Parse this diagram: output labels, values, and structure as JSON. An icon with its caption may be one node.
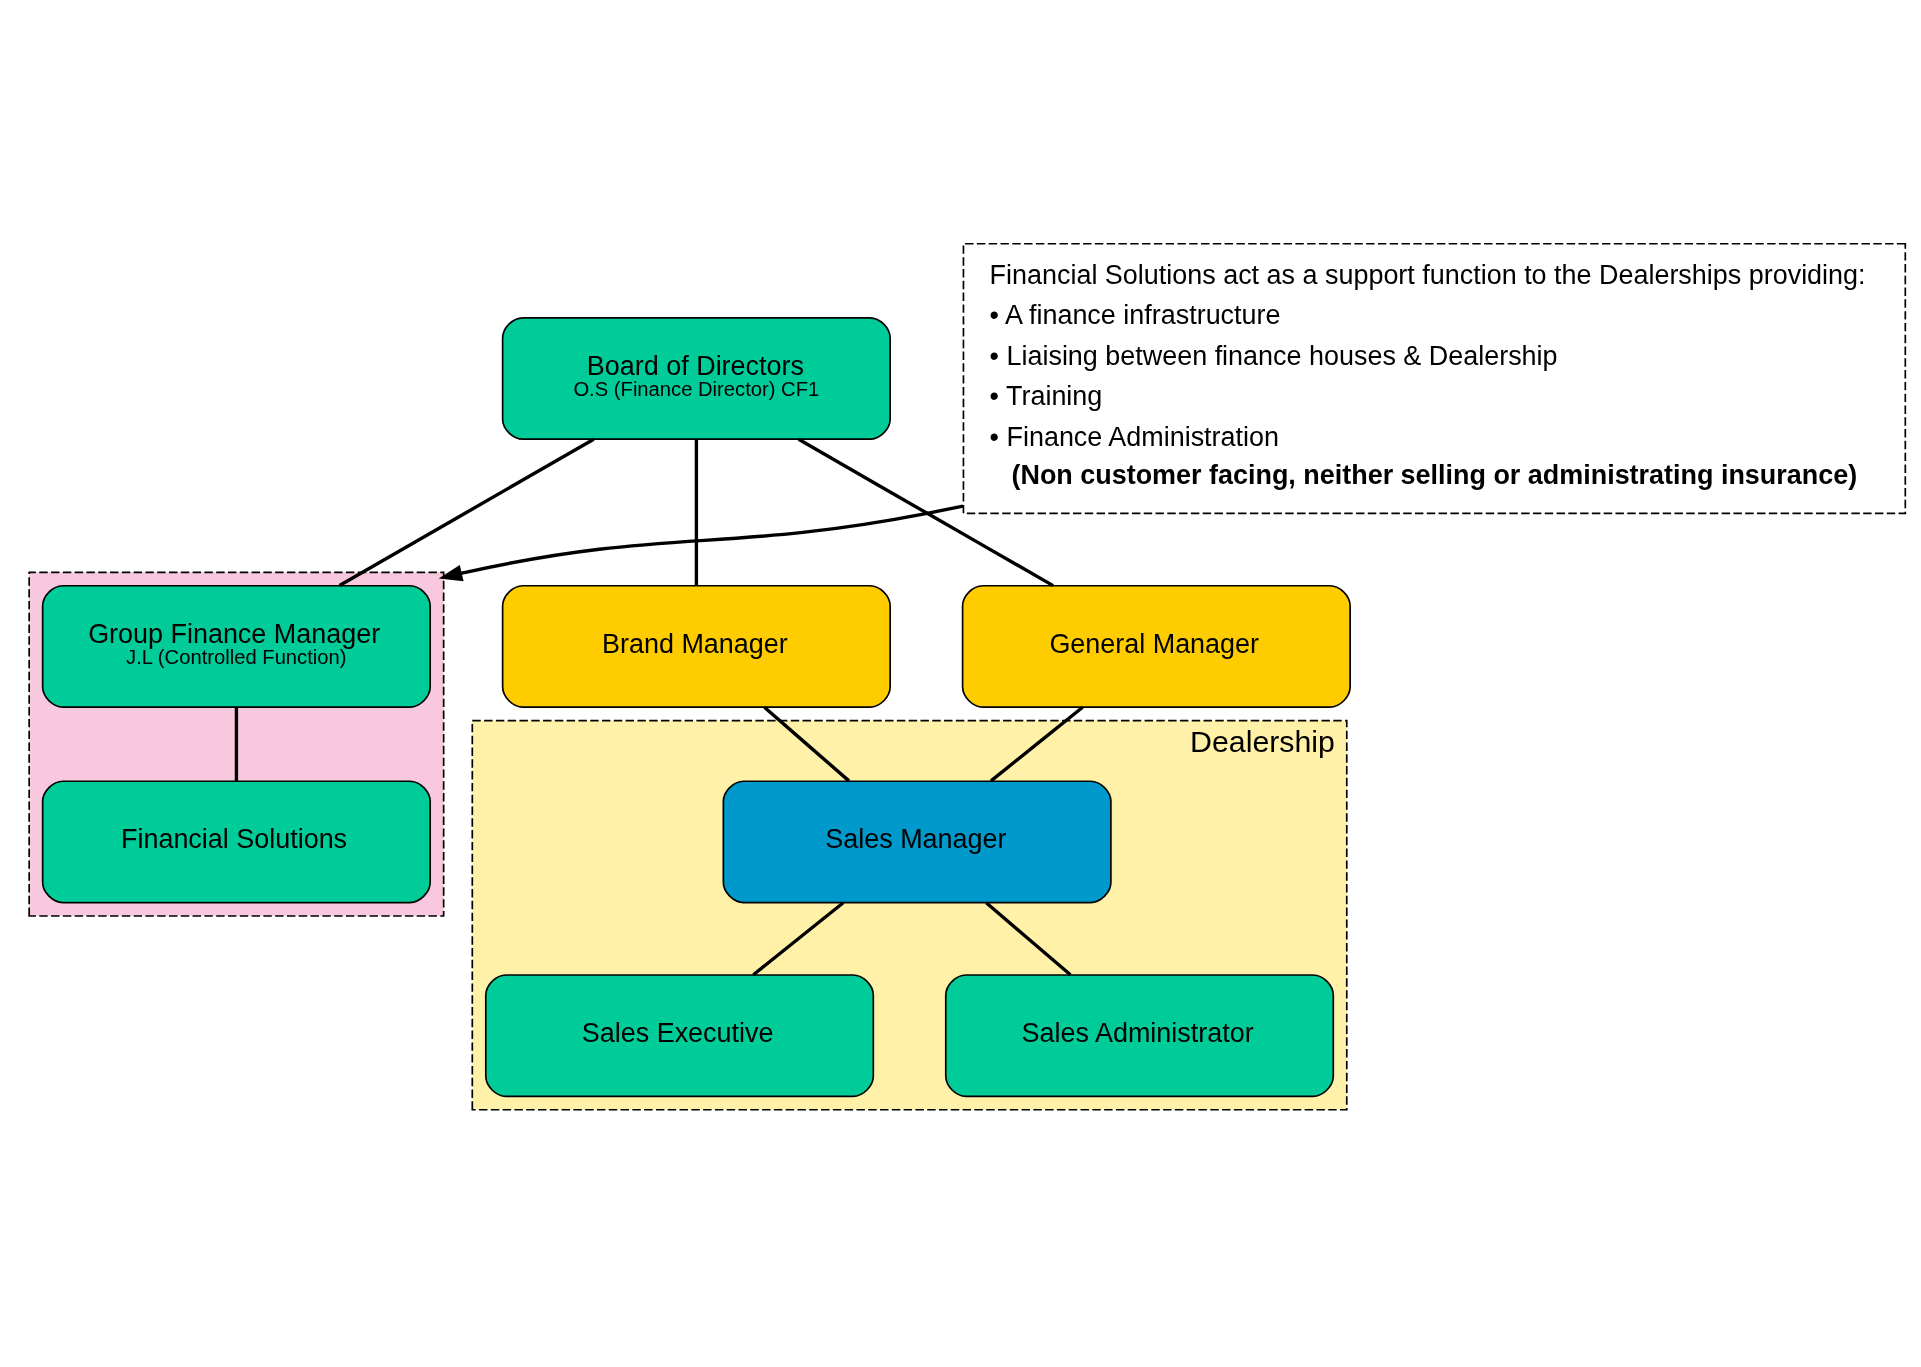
{
  "diagram": {
    "nodes": [
      {
        "text": [
          "Board of Directors",
          "O.S (Finance Director) CF1"
        ]
      },
      {
        "text": [],
        "shape": "box"
      },
      {
        "text": [
          "Group Finance Manager",
          "J.L (Controlled Function)"
        ],
        "in": 1
      },
      {
        "text": [
          "Financial Solutions"
        ],
        "in": 1
      },
      {
        "text": [
          "Financial Solutions act as a support function to the Dealerships providing:",
          "• A finance infrastructure",
          "• Liaising between finance houses & Dealership",
          "• Training",
          "• Finance Administration",
          "(Non customer facing, neither selling or administrating insurance)"
        ]
      },
      {
        "text": [
          "Brand Manager"
        ]
      },
      {
        "text": [
          "General Manager"
        ]
      },
      {
        "text": [
          "Dealership"
        ]
      },
      {
        "text": [
          "Sales Manager"
        ],
        "in": 7
      },
      {
        "text": [
          "Sales Executive"
        ],
        "in": 7
      },
      {
        "text": [
          "Sales Administrator"
        ],
        "in": 7
      }
    ],
    "edges": [
      {
        "from": 0,
        "to": 2,
        "arrow": "none"
      },
      {
        "from": 2,
        "to": 3,
        "arrow": "none"
      },
      {
        "from": 4,
        "to": 1,
        "arrow": "to"
      },
      {
        "from": 0,
        "to": 5,
        "arrow": "none"
      },
      {
        "from": 0,
        "to": 6,
        "arrow": "none"
      },
      {
        "from": 5,
        "to": 8,
        "arrow": "none"
      },
      {
        "from": 6,
        "to": 8,
        "arrow": "none"
      },
      {
        "from": 8,
        "to": 9,
        "arrow": "none"
      },
      {
        "from": 8,
        "to": 10,
        "arrow": "none"
      }
    ]
  }
}
